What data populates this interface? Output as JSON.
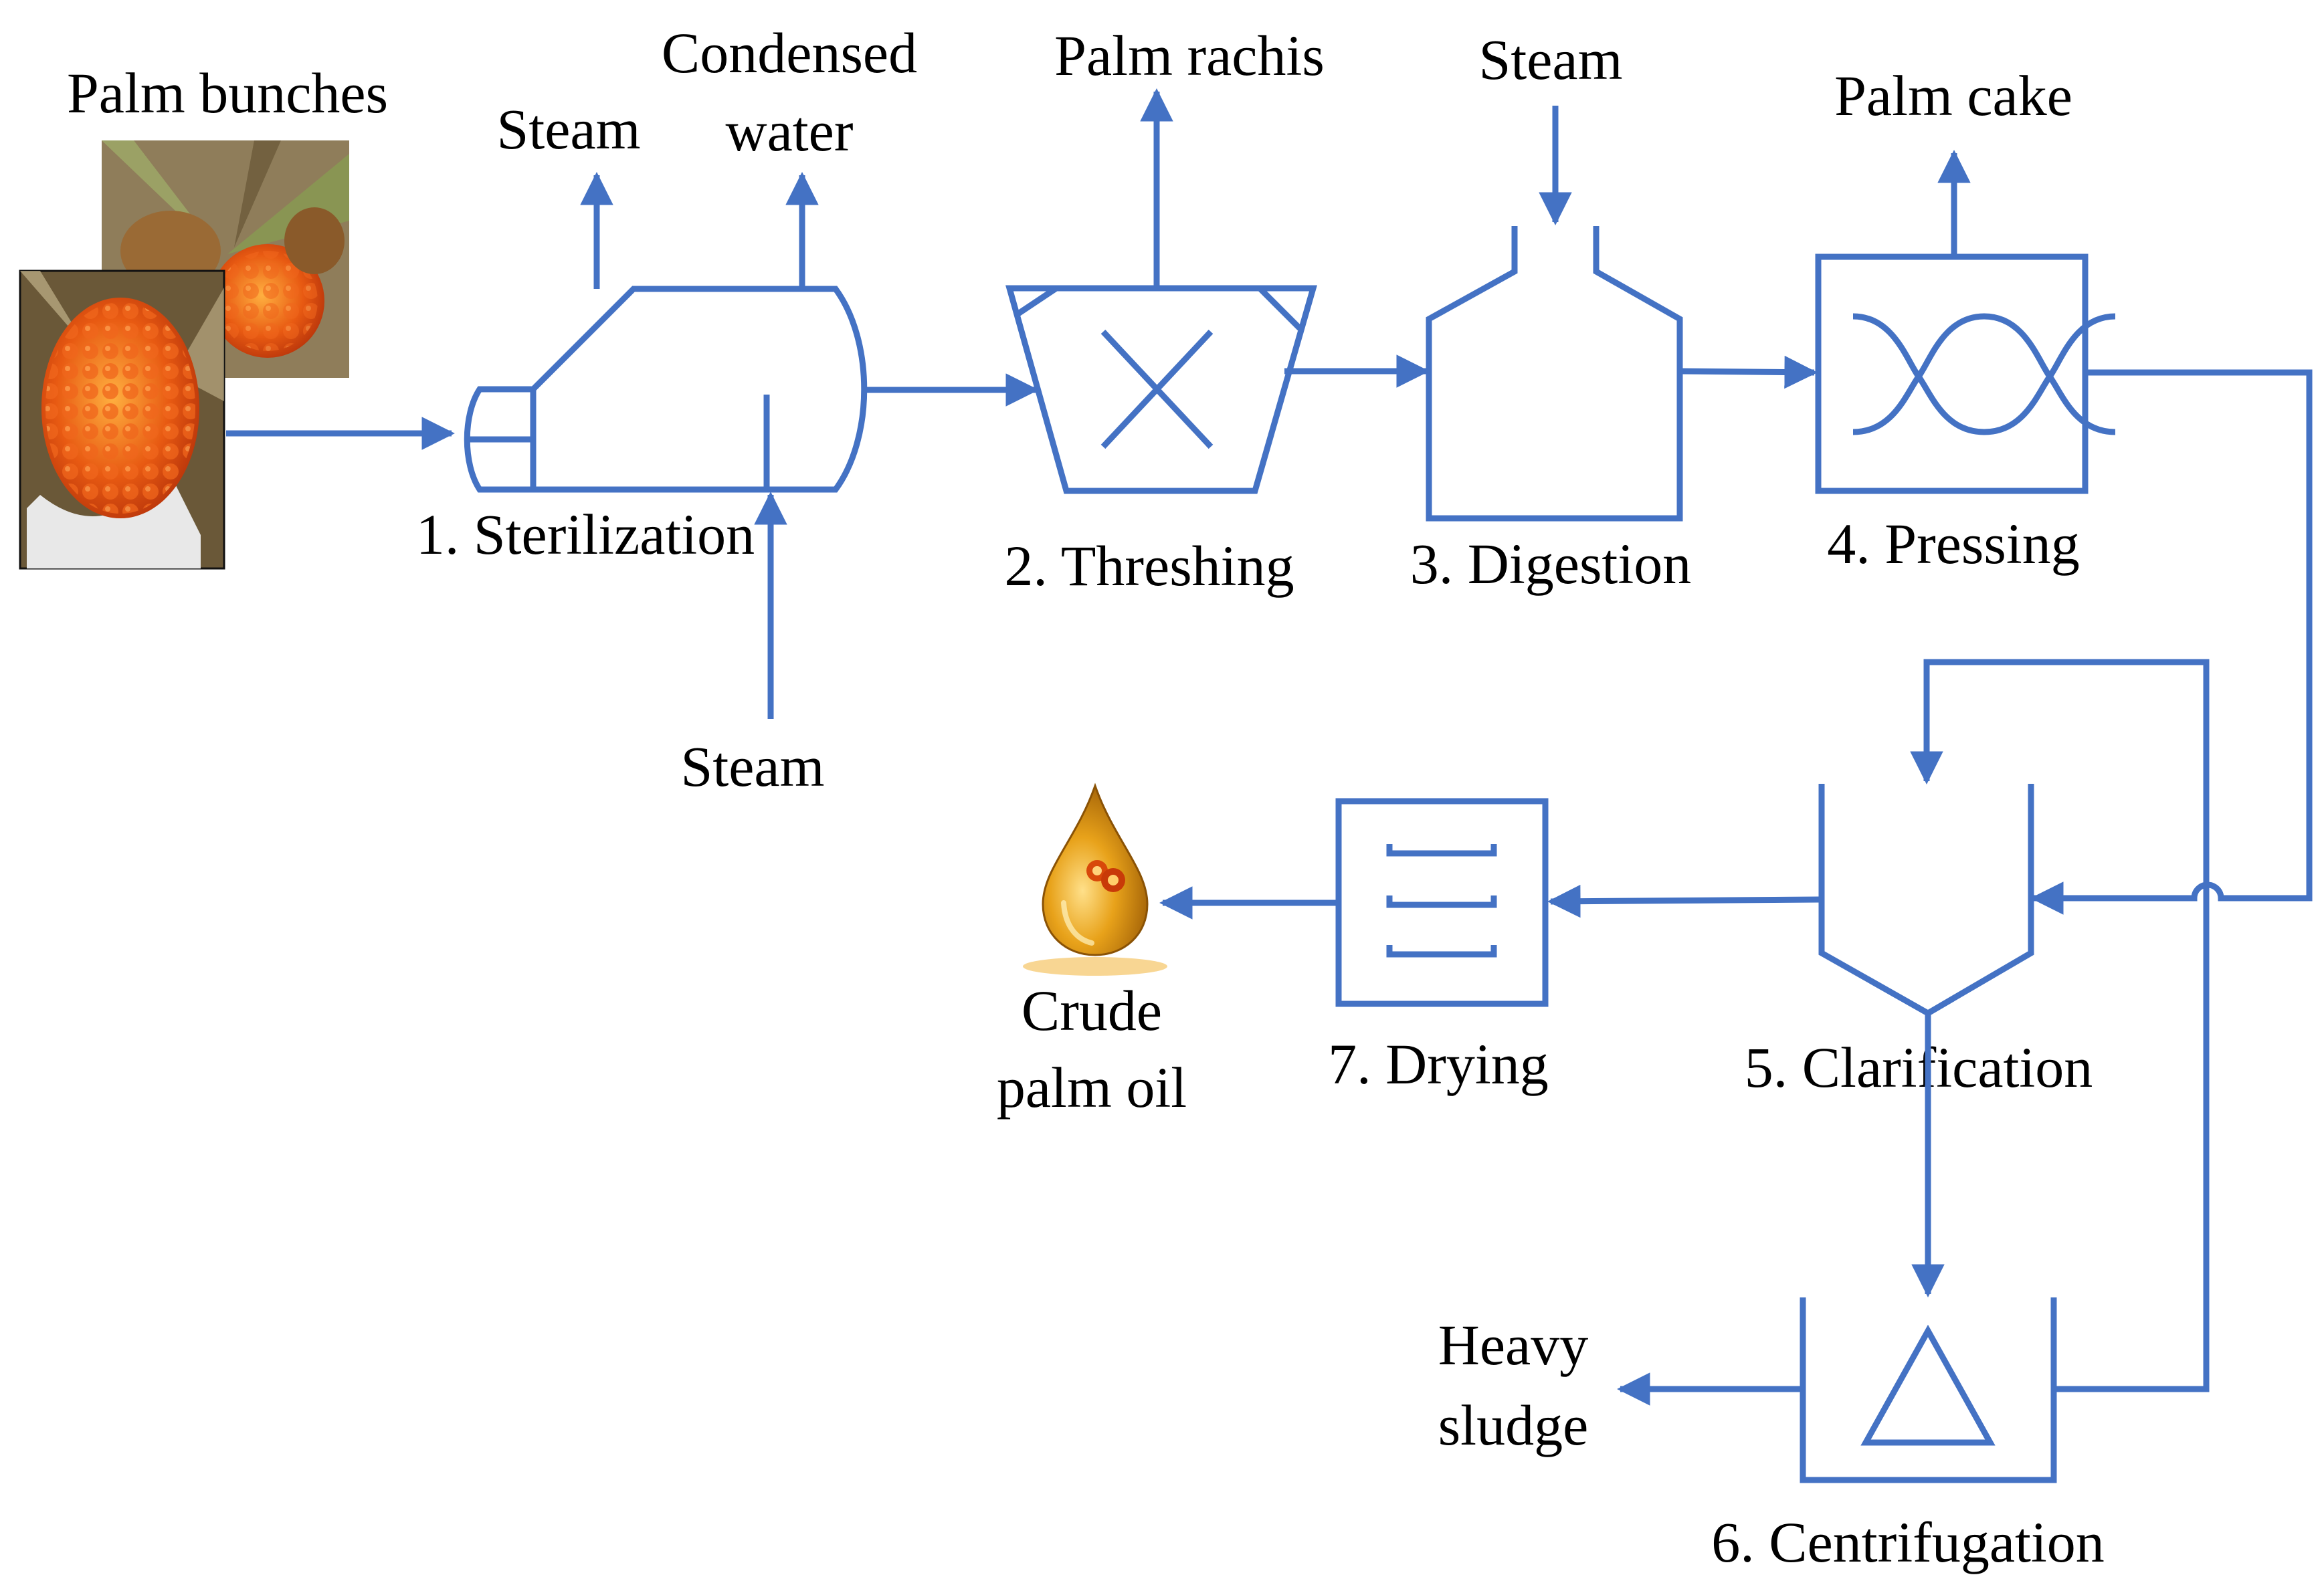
{
  "colors": {
    "line": "#4472c4",
    "text": "#000000",
    "background": "#ffffff",
    "oil_drop": "#e09a12",
    "fruit": "#e85a12"
  },
  "input": {
    "label": "Palm bunches",
    "image": "palm-fruit-bunches-photo"
  },
  "steps": [
    {
      "id": "sterilization",
      "label": "1. Sterilization"
    },
    {
      "id": "threshing",
      "label": "2. Threshing"
    },
    {
      "id": "digestion",
      "label": "3. Digestion"
    },
    {
      "id": "pressing",
      "label": "4. Pressing"
    },
    {
      "id": "clarification",
      "label": "5. Clarification"
    },
    {
      "id": "centrifugation",
      "label": "6. Centrifugation"
    },
    {
      "id": "drying",
      "label": "7. Drying"
    }
  ],
  "streams": {
    "steam_out": "Steam",
    "condensed_water": [
      "Condensed",
      "water"
    ],
    "steam_in_sterilization": "Steam",
    "palm_rachis": "Palm rachis",
    "steam_in_digestion": "Steam",
    "palm_cake": "Palm cake",
    "heavy_sludge": [
      "Heavy",
      "sludge"
    ]
  },
  "output": {
    "label": [
      "Crude",
      "palm oil"
    ],
    "icon": "oil-drop-icon"
  }
}
